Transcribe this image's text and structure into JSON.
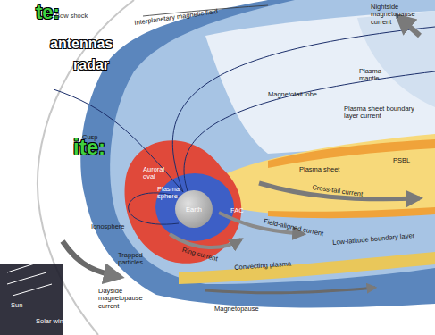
{
  "diagram": {
    "nodes": [
      {
        "text": [
          "Earth"
        ]
      }
    ],
    "labels": [
      "te:",
      "antennas",
      "radar",
      "ite:",
      "Bow shock",
      "Interplanetary magnetic field",
      "Nightside magnetopause current",
      "Cusp",
      "Plasma mantle",
      "Magnetotail lobe",
      "Plasma sheet boundary layer current",
      "PSBL",
      "Plasma sheet",
      "Cross-tail current",
      "Field-aligned current",
      "FAC",
      "Ring current",
      "Auroral oval",
      "Plasma sphere",
      "Ionosphere",
      "Trapped particles",
      "Convecting plasma",
      "Low-latitude boundary layer",
      "Magnetopause",
      "Dayside magnetopause current",
      "Sun",
      "Solar wind"
    ]
  }
}
